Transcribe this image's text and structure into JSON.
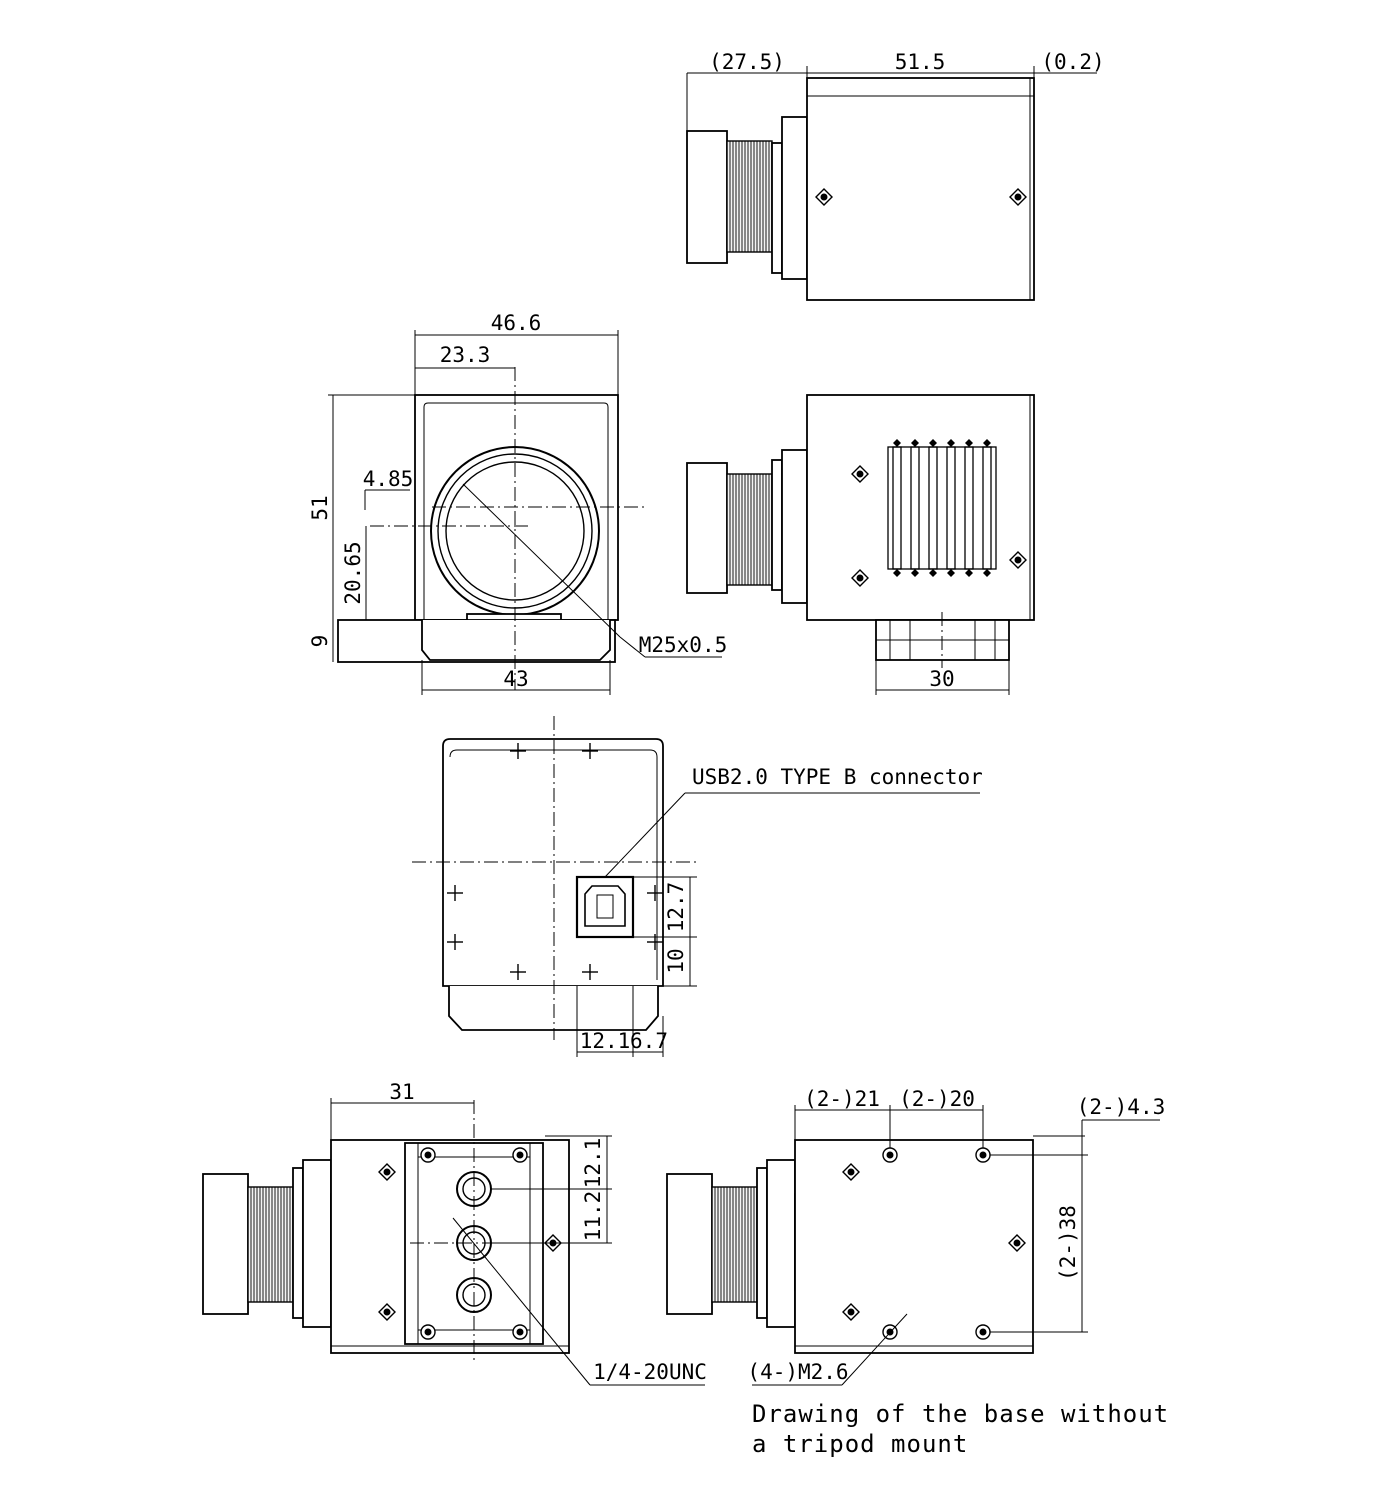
{
  "views": {
    "top_side": {
      "dims": {
        "lens_length": "(27.5)",
        "body_length": "51.5",
        "gap": "(0.2)"
      }
    },
    "front": {
      "dims": {
        "width": "46.6",
        "half_width": "23.3",
        "height": "51",
        "offset": "4.85",
        "center_height": "20.65",
        "base_height": "9",
        "base_width": "43"
      },
      "callouts": {
        "mount": "M25x0.5"
      }
    },
    "side_heatsink": {
      "dims": {
        "base_width": "30"
      }
    },
    "rear": {
      "dims": {
        "height_a": "12.7",
        "height_b": "10",
        "width_a": "12.1",
        "width_b": "6.7"
      },
      "callouts": {
        "connector": "USB2.0 TYPE B connector"
      }
    },
    "bottom_tripod": {
      "dims": {
        "hole_offset": "31",
        "pitch_a": "12.1",
        "pitch_b": "11.2"
      },
      "callouts": {
        "thread": "1/4-20UNC"
      }
    },
    "bottom_base": {
      "dims": {
        "spacing_a": "(2-)21",
        "spacing_b": "(2-)20",
        "hole_dia": "(2-)4.3",
        "hole_spacing": "(2-)38"
      },
      "callouts": {
        "screws": "(4-)M2.6"
      }
    }
  },
  "notes": {
    "base_line1": "Drawing of the base without",
    "base_line2": "a tripod mount"
  }
}
